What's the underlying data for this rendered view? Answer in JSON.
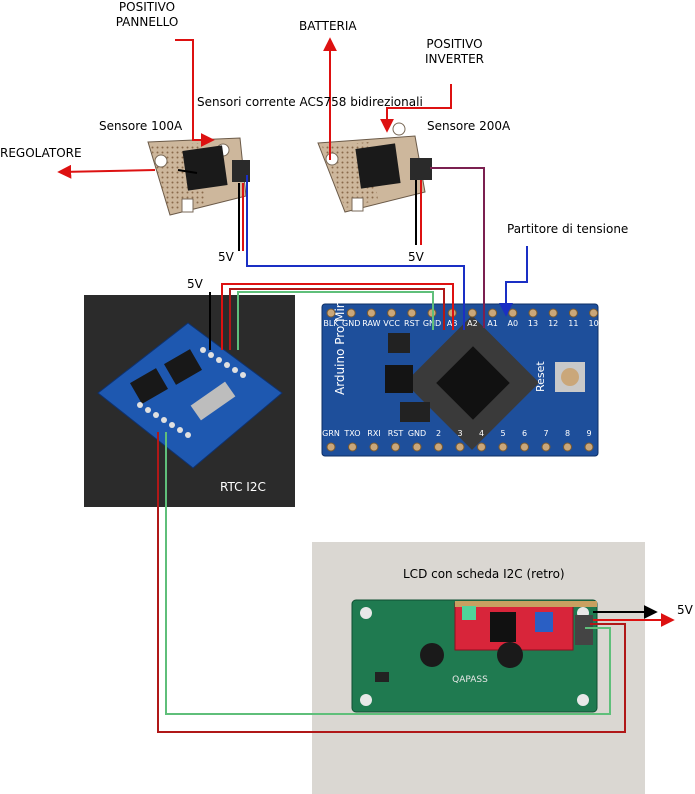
{
  "labels": {
    "positivo_pannello": [
      "POSITIVO",
      "PANNELLO"
    ],
    "batteria": "BATTERIA",
    "positivo_inverter": [
      "POSITIVO",
      "INVERTER"
    ],
    "sensori_title": "Sensori corrente ACS758 bidirezionali",
    "sensore_100a": "Sensore 100A",
    "sensore_200a": "Sensore 200A",
    "regolatore": "REGOLATORE",
    "v5_sensor1": "5V",
    "v5_sensor2": "5V",
    "v5_rtc": "5V",
    "partitore": "Partitore di tensione",
    "rtc": "RTC I2C",
    "lcd": "LCD con scheda I2C (retro)",
    "v5_lcd": "5V"
  },
  "boards": {
    "arduino_label": "Arduino Pro Mini",
    "top_pins": [
      "BLK",
      "GND",
      "RAW",
      "VCC",
      "RST",
      "GND",
      "A3",
      "A2",
      "A1",
      "A0",
      "13",
      "12",
      "11",
      "10"
    ],
    "bottom_pins": [
      "GRN",
      "TXO",
      "RXI",
      "RST",
      "GND",
      "2",
      "3",
      "4",
      "5",
      "6",
      "7",
      "8",
      "9"
    ],
    "reset_label": "Reset",
    "lcd_brand": "QAPASS"
  },
  "colors": {
    "red_wire": "#dd1111",
    "black_wire": "#000000",
    "blue_wire": "#1a2fc4",
    "purple_wire": "#7b2050",
    "green_wire": "#5fbf7a",
    "darkred_wire": "#b01818",
    "pcb_blue": "#1e4f9b",
    "pcb_green": "#1f7a50",
    "adapter_red": "#d8253a"
  }
}
